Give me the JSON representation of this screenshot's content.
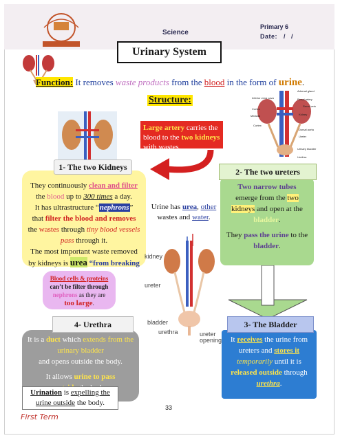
{
  "header": {
    "subject": "Science",
    "grade": "Primary 6",
    "date_label": "Date:",
    "date_slashes": "/ /",
    "title": "Urinary System"
  },
  "function": {
    "label": "Function:",
    "t1": " It ",
    "removes": "removes",
    "t2": " ",
    "waste": "waste products",
    "t3": " from the ",
    "blood": "blood",
    "t4": " in the form of ",
    "urine": "urine",
    "t5": "."
  },
  "structure_title": "Structure:",
  "artery": {
    "t1": "Large artery",
    "t2": " carries the blood to the ",
    "t3": "two kidneys",
    "t4": " with wastes."
  },
  "kidneys": {
    "title": "1- The two Kidneys",
    "l1a": "They continuously ",
    "l1b": "clean and filter",
    "l2a": "the ",
    "l2b": "blood",
    "l2c": " up to ",
    "l2d": "300 times",
    "l2e": " a day.",
    "l3a": "It has ultrastructure “",
    "l3b": "nephrons",
    "l3c": "”",
    "l4a": "that ",
    "l4b": "filter the blood and removes",
    "l5a": "the ",
    "l5b": "wastes",
    "l5c": " through ",
    "l5d": "tiny blood vessels pass",
    "l5e": " through it.",
    "l6a": "The most important waste removed by kidneys is ",
    "l6b": "urea",
    "l6c": " “from breaking proteins”"
  },
  "cells": {
    "t1": "Blood cells & proteins",
    "t2": "can’t be filter through",
    "t3": "nephrons",
    "t4": " as they are",
    "t5": "too large",
    "t6": "."
  },
  "urine_box": {
    "t1": "Urine has ",
    "t2": "urea",
    "t3": ", ",
    "t4": "other",
    "t5": " wastes and ",
    "t6": "water",
    "t7": "."
  },
  "ureters": {
    "title": "2- The two ureters",
    "t1": "Two narrow tubes",
    "t2": "emerge from the ",
    "t3": "two",
    "t4": "kidneys",
    "t5": " and open at the ",
    "t6": "bladder",
    "t7": ".",
    "t8": "They ",
    "t9": "pass the urine",
    "t10": " to the ",
    "t11": "bladder",
    "t12": "."
  },
  "bladder": {
    "title": "3- The Bladder",
    "t1": "It ",
    "t2": "receives",
    "t3": " the urine from ureters and ",
    "t4": "stores it",
    "t5": "temporarily",
    "t6": " until it is ",
    "t7": "released outside",
    "t8": " through ",
    "t9": "urethra",
    "t10": "."
  },
  "urethra": {
    "title": "4- Urethra",
    "t1": "It is a ",
    "t2": "duct",
    "t3": " which ",
    "t4": "extends from the urinary bladder",
    "t5": " and ",
    "t6": "opens outside",
    "t7": " the body.",
    "t8": "It allows ",
    "t9": "urine to pass",
    "t10": "outside",
    "t11": " the body."
  },
  "urination": {
    "t1": "Urination",
    "t2": " is ",
    "t3": "expelling the",
    "t4": "urine outside",
    "t5": " the body."
  },
  "diagram": {
    "kidney": "kidney",
    "ureter": "ureter",
    "bladder": "bladder",
    "urethra": "urethra",
    "ureter_opening": "ureter opening"
  },
  "small_diagram": {
    "adrenal": "Adrenal gland",
    "inferior": "Inferior vena cava",
    "renal_artery": "Renal artery",
    "renal_vein": "Renal vein",
    "cortex_l": "Cortex",
    "medulla": "Medulla",
    "kidney": "Kidney",
    "cortex2": "Cortex",
    "aorta": "Dorsal aorta",
    "ureter": "Ureter",
    "bladder": "Urinary bladder",
    "urethra": "Urethra"
  },
  "footer": {
    "page": "33",
    "term": "First Term"
  },
  "colors": {
    "red_box": "#e42a22",
    "kidney_box": "#fff5a0",
    "ureter_box": "#a9d98f",
    "bladder_box": "#2d7dd2",
    "urethra_box": "#9d9d9d",
    "cells_box": "#e9b7f0"
  }
}
